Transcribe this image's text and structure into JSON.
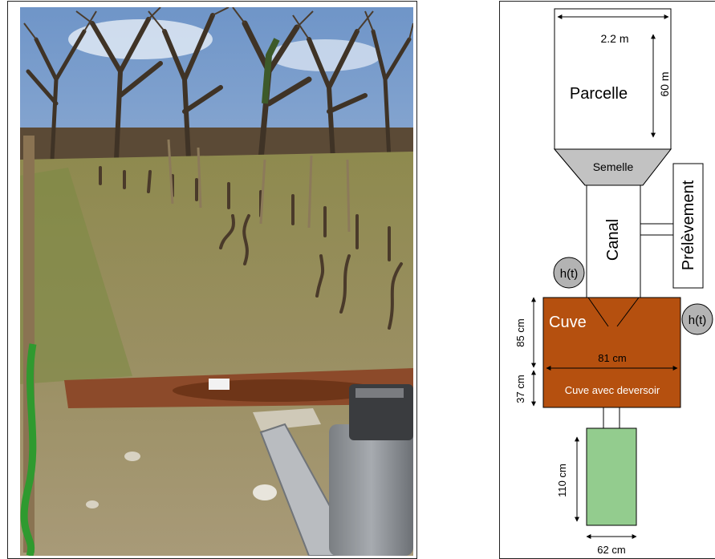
{
  "diagram": {
    "parcelle_label": "Parcelle",
    "width_dim": "2.2 m",
    "length_dim": "60 m",
    "semelle_label": "Semelle",
    "canal_label": "Canal",
    "prelevement_label": "Prélèvement",
    "ht_left": "h(t)",
    "ht_right": "h(t)",
    "cuve_label": "Cuve",
    "cuve_width_dim": "81 cm",
    "cuve_subtitle": "Cuve avec deversoir",
    "cuve_height_dim": "85 cm",
    "weir_height_dim": "37 cm",
    "green_height_dim": "110 cm",
    "green_width_dim": "62 cm"
  },
  "colors": {
    "cuve_fill": "#b5500f",
    "semelle_fill": "#c2c2c2",
    "green_fill": "#93cc8e",
    "ht_circle_fill": "#b3b3b3"
  }
}
